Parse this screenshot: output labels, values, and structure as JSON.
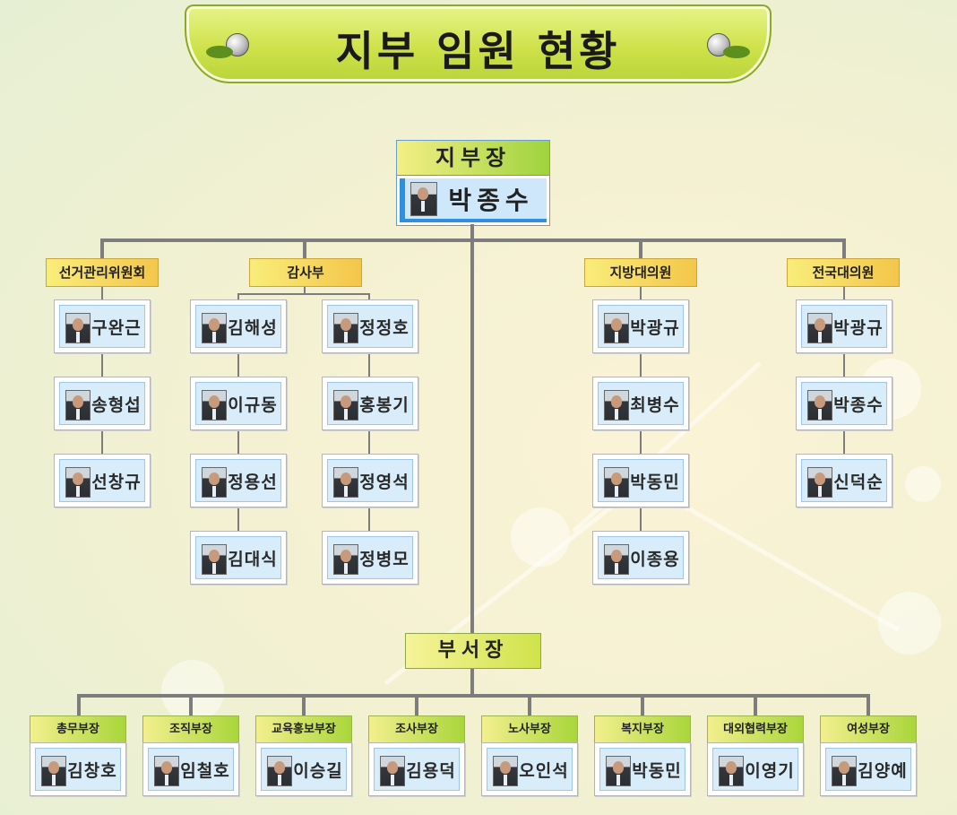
{
  "title": "지부 임원 현황",
  "chief": {
    "label": "지부장",
    "name": "박종수"
  },
  "groups": {
    "election": {
      "label": "선거관리위원회",
      "members": [
        "구완근",
        "송형섭",
        "선창규"
      ]
    },
    "audit": {
      "label": "감사부",
      "members_left": [
        "김해성",
        "이규동",
        "정용선",
        "김대식"
      ],
      "members_right": [
        "정정호",
        "홍봉기",
        "정영석",
        "정병모"
      ]
    },
    "local": {
      "label": "지방대의원",
      "members": [
        "박광규",
        "최병수",
        "박동민",
        "이종용"
      ]
    },
    "national": {
      "label": "전국대의원",
      "members": [
        "박광규",
        "박종수",
        "신덕순"
      ]
    }
  },
  "bureau": {
    "label": "부서장",
    "departments": [
      {
        "label": "총무부장",
        "name": "김창호"
      },
      {
        "label": "조직부장",
        "name": "임철호"
      },
      {
        "label": "교육홍보부장",
        "name": "이승길"
      },
      {
        "label": "조사부장",
        "name": "김용덕"
      },
      {
        "label": "노사부장",
        "name": "오인석"
      },
      {
        "label": "복지부장",
        "name": "박동민"
      },
      {
        "label": "대외협력부장",
        "name": "이영기"
      },
      {
        "label": "여성부장",
        "name": "김양예"
      }
    ]
  },
  "colors": {
    "banner": "#cfe24a",
    "label_yellow": "#f4c64a",
    "card_blue": "#d8ecfa",
    "line": "#7d7d7d"
  }
}
